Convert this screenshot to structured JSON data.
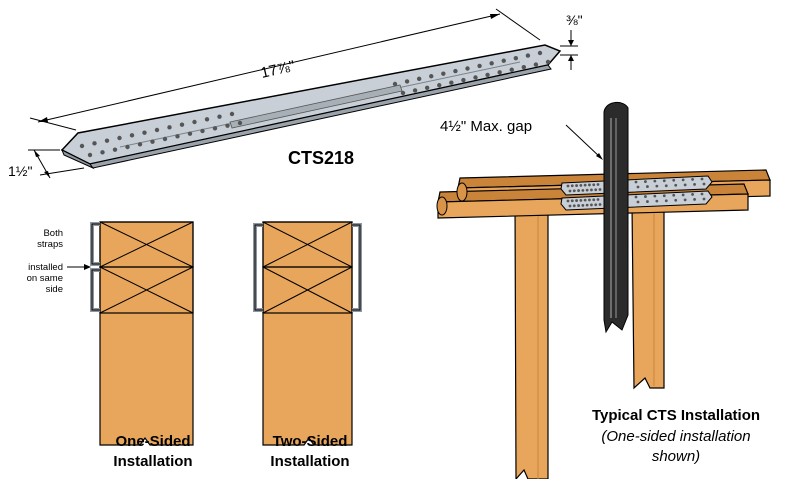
{
  "product": {
    "name": "CTS218",
    "length_label": "17⅞\"",
    "width_label": "1½\"",
    "thickness_label": "⅜\""
  },
  "gap_label": "4½\" Max. gap",
  "one_sided": {
    "note_lines": [
      "Both",
      "straps",
      "installed",
      "on same",
      "side"
    ],
    "caption_lines": [
      "One-Sided",
      "Installation"
    ]
  },
  "two_sided": {
    "caption_lines": [
      "Two-Sided",
      "Installation"
    ]
  },
  "typical": {
    "title": "Typical CTS Installation",
    "subtitle_lines": [
      "(One-sided installation",
      "shown)"
    ]
  },
  "colors": {
    "wood": "#E8A65C",
    "wood_dark": "#C9843A",
    "steel": "#C9CFD6",
    "steel_dark": "#8E969F",
    "pipe": "#2B2B2B",
    "line": "#000000"
  }
}
